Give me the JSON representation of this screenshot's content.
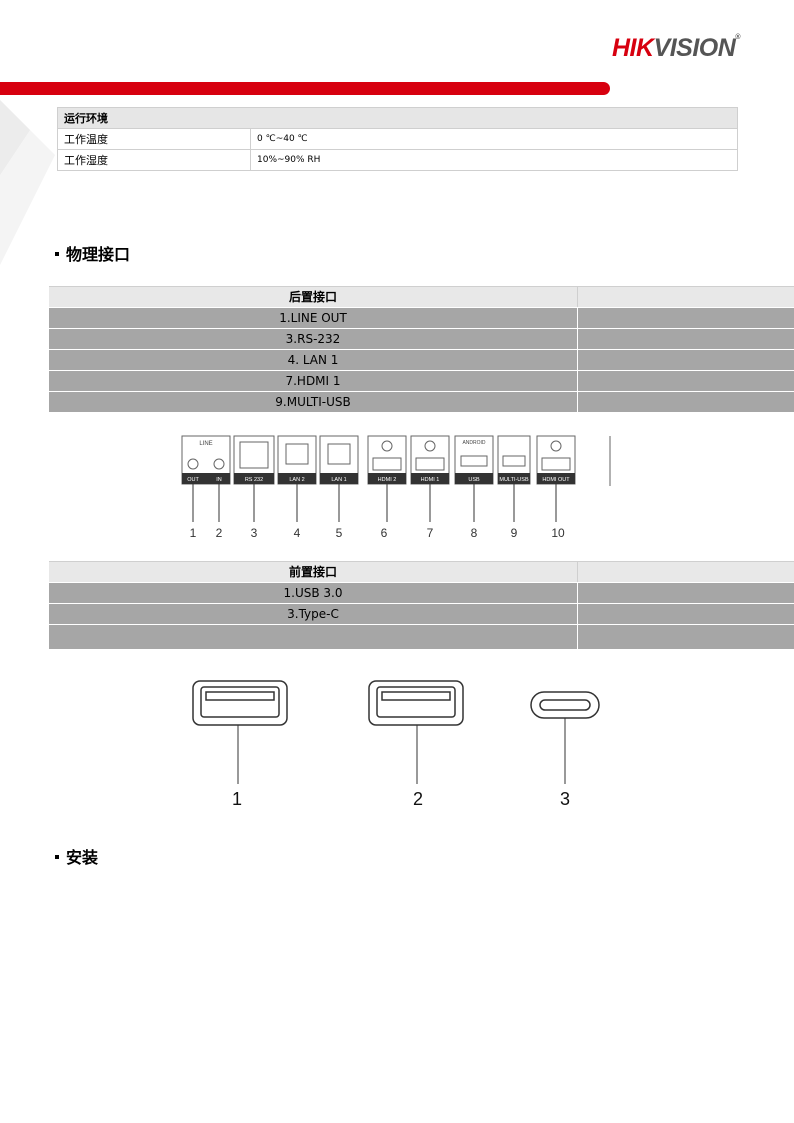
{
  "brand": {
    "hik": "HIK",
    "vision": "VISION",
    "mark": "®"
  },
  "env_table": {
    "header": "运行环境",
    "rows": [
      {
        "label": "工作温度",
        "value": "0 ℃~40 ℃"
      },
      {
        "label": "工作湿度",
        "value": "10%~90% RH"
      }
    ]
  },
  "section_physical": "物理接口",
  "rear_table": {
    "header": "后置接口",
    "rows": [
      "1.LINE OUT",
      "3.RS-232",
      "4. LAN 1",
      "7.HDMI 1",
      "9.MULTI-USB"
    ]
  },
  "rear_panel": {
    "line_label": "LINE",
    "ports": [
      "OUT",
      "IN",
      "RS 232",
      "LAN 2",
      "LAN 1",
      "HDMI 2",
      "HDMI 1",
      "USB",
      "MULTI-USB",
      "HDMI OUT"
    ],
    "android_label": "ANDROID",
    "numbers": [
      "1",
      "2",
      "3",
      "4",
      "5",
      "6",
      "7",
      "8",
      "9",
      "10"
    ]
  },
  "front_table": {
    "header": "前置接口",
    "rows": [
      "1.USB 3.0",
      "3.Type-C",
      ""
    ]
  },
  "front_panel": {
    "numbers": [
      "1",
      "2",
      "3"
    ]
  },
  "section_install": "安装"
}
